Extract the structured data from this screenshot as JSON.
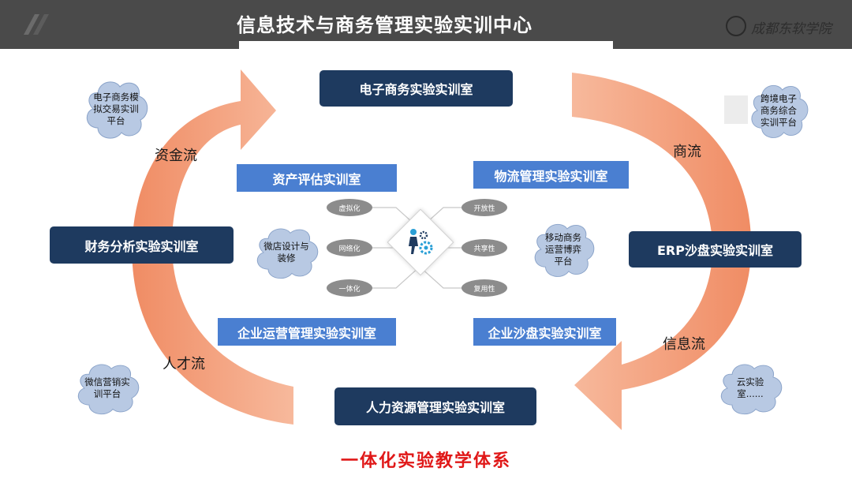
{
  "header": {
    "title": "信息技术与商务管理实验实训中心",
    "school_logo_text": "成都东软学院"
  },
  "labs": {
    "ecommerce": "电子商务实验实训室",
    "finance": "财务分析实验实训室",
    "erp": "ERP沙盘实验实训室",
    "hr": "人力资源管理实验实训室",
    "asset": "资产评估实训室",
    "logistics": "物流管理实验实训室",
    "operations": "企业运营管理实验实训室",
    "sandbox": "企业沙盘实验实训室"
  },
  "flows": {
    "capital": "资金流",
    "commerce": "商流",
    "info": "信息流",
    "talent": "人才流"
  },
  "clouds": {
    "ecommerce_sim": "电子商务模拟交易实训平台",
    "cross_border": "跨境电子商务综合实训平台",
    "wechat_shop": "微店设计与装修",
    "mobile_game": "移动商务运营博弈平台",
    "wechat_marketing": "微信营销实训平台",
    "cloud_lab": "云实验室......"
  },
  "features": {
    "virtual": "虚拟化",
    "network": "网络化",
    "integration": "一体化",
    "open": "开放性",
    "sharing": "共享性",
    "reuse": "复用性"
  },
  "bottom_title": "一体化实验教学体系",
  "colors": {
    "header": "#4a4a4a",
    "navy": "#1e3a5f",
    "blue": "#4a7fd1",
    "arrow": "#f3a07c",
    "red": "#e01818",
    "pill": "#8c8c8c",
    "cloud": "#b8c9e3"
  }
}
